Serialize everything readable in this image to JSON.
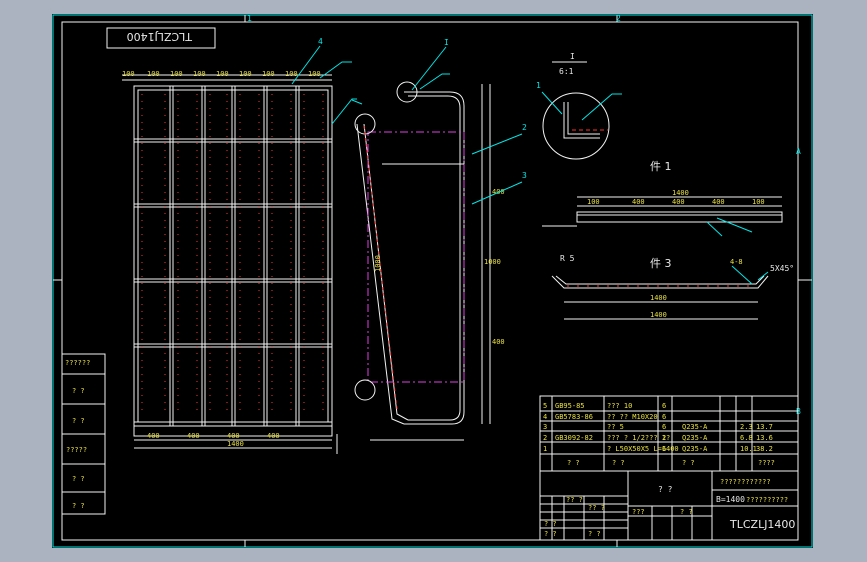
{
  "title_block": {
    "drawing_no_rotated": "TLCZLJ1400",
    "drawing_no": "TLCZLJ1400",
    "model": "B=1400",
    "model_suffix": "??????????",
    "company": "????????????",
    "name": "? ?",
    "row1": "? ?",
    "row2": "? ?",
    "scale_row": [
      "?? ?",
      "?? ?",
      "? ?"
    ],
    "weight": "???",
    "sheet": "? ?"
  },
  "parts_list": [
    {
      "no": "5",
      "std": "GB95-85",
      "name": "??? 10",
      "qty": "6",
      "mat": "",
      "w1": "",
      "w2": ""
    },
    {
      "no": "4",
      "std": "GB5783-86",
      "name": "?? ?? M10X20",
      "qty": "6",
      "mat": "",
      "w1": "",
      "w2": ""
    },
    {
      "no": "3",
      "std": "",
      "name": "?? 5",
      "qty": "6",
      "mat": "Q235-A",
      "w1": "2.3",
      "w2": "13.7"
    },
    {
      "no": "2",
      "std": "GB3092-82",
      "name": "??? ? 1/2??? 1?",
      "qty": "2",
      "mat": "Q235-A",
      "w1": "6.8",
      "w2": "13.6"
    },
    {
      "no": "1",
      "std": "",
      "name": "? L50X50X5 L=1400",
      "qty": "6",
      "mat": "Q235-A",
      "w1": "10.1",
      "w2": "38.2"
    }
  ],
  "parts_header": [
    "? ?",
    "? ?",
    "? ?",
    "????"
  ],
  "left_stamps": [
    "??????",
    "? ?",
    "? ?",
    "?????",
    "? ?",
    "? ?"
  ],
  "detail": {
    "label": "I",
    "scale": "6:1",
    "leader": "1"
  },
  "views": {
    "part1": "件 1",
    "part3": "件 3"
  },
  "callouts": {
    "c1": "1",
    "c2": "2",
    "c3": "3",
    "c4": "4",
    "cI": "I"
  },
  "dims": {
    "top_chain": [
      "100",
      "100",
      "100",
      "100",
      "100",
      "100",
      "100",
      "100",
      "100"
    ],
    "bottom_chain": [
      "400",
      "400",
      "400",
      "400"
    ],
    "overall_width": "1400",
    "height_total": "1000",
    "side_segments": [
      "400",
      "400"
    ],
    "part1_len": "1400",
    "part1_sub": [
      "100",
      "400",
      "400",
      "400",
      "100"
    ],
    "part3_len": "1400",
    "chamfer": "5X45°",
    "weld": "4-8",
    "bend": "R 5"
  },
  "grid_markers": {
    "top": [
      "1",
      "2"
    ],
    "right": [
      "A",
      "B"
    ]
  },
  "colors": {
    "cyan": "#00e5e5",
    "white": "#f2f2f2",
    "magenta": "#e040e0",
    "red": "#ff3030",
    "bg": "#000000"
  }
}
